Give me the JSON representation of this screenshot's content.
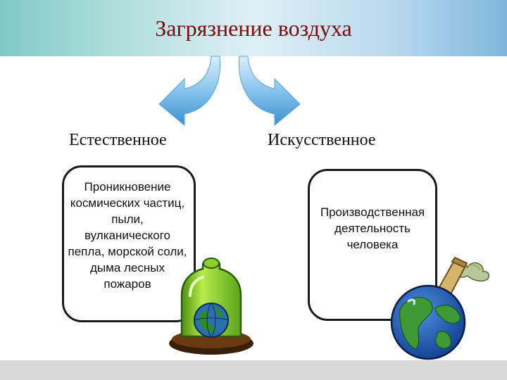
{
  "title": "Загрязнение воздуха",
  "categories": [
    {
      "heading": "Естественное",
      "description": "Проникновение космических частиц, пыли, вулканического пепла, морской соли, дыма лесных пожаров",
      "illustration": "globe-under-glass-bell-icon"
    },
    {
      "heading": "Искусственное",
      "description": "Производственная деятельность человека",
      "illustration": "globe-with-smoking-chimney-icon"
    }
  ],
  "colors": {
    "title": "#7a0a0a",
    "arrow": "#4e9fd6",
    "box_border": "#1a1a1a"
  }
}
